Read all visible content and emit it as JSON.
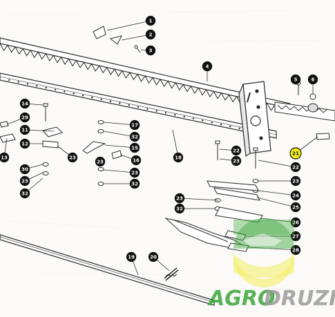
{
  "labels": [
    "1",
    "2",
    "3",
    "4",
    "5",
    "6",
    "11",
    "12",
    "13",
    "14",
    "15",
    "16",
    "17",
    "18",
    "19",
    "20",
    "21",
    "22",
    "22",
    "23",
    "23",
    "23",
    "23",
    "23",
    "23",
    "23",
    "24",
    "25",
    "26",
    "27",
    "28",
    "29",
    "30",
    "32",
    "32",
    "32",
    "32"
  ],
  "highlighted_label": "21",
  "colors": {
    "callout_fill": "#111111",
    "callout_text": "#ffffff",
    "highlight_fill": "#f2ea1c",
    "line": "#2a2a2a",
    "watermark_green": "#3aa63a",
    "watermark_gray": "#9a9a9a",
    "watermark_yellow": "#f3ec48"
  },
  "watermark": {
    "part1": "AGRO",
    "part2": "DRUZI"
  }
}
